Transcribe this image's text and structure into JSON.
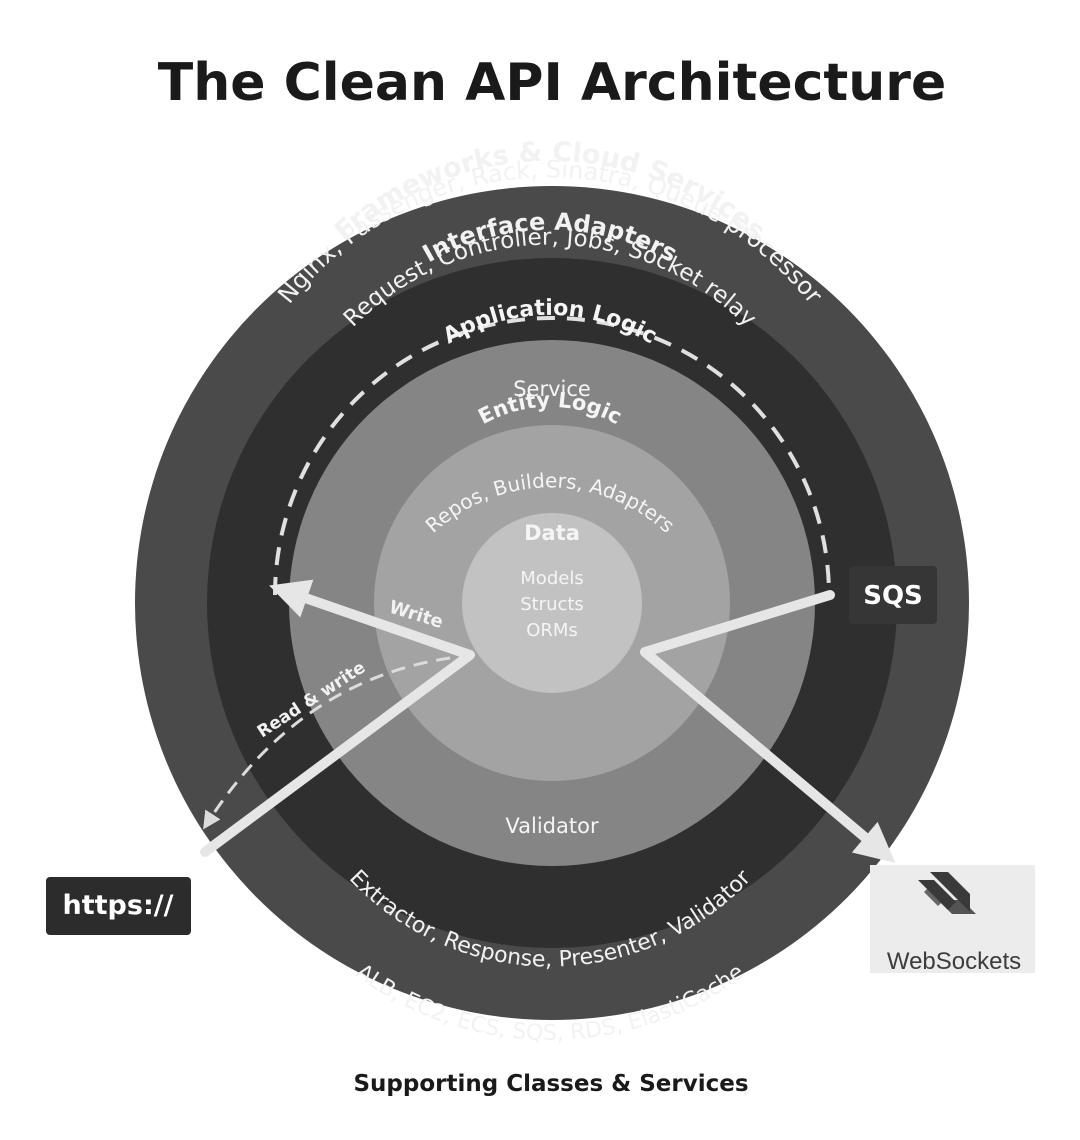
{
  "title": "The Clean API Architecture",
  "footer": "Supporting Classes & Services",
  "rings": {
    "frameworks": {
      "heading": "Frameworks & Cloud Services",
      "items": "Nginx, Passenger, Rack, Sinatra, Queue processor",
      "bottom_items": "ALB, EC2, ECS, SQS, RDS, ElastiCache"
    },
    "adapters": {
      "heading": "Interface Adapters",
      "items": "Request, Controller, Jobs, Socket relay",
      "bottom_items": "Extractor, Response, Presenter, Validator"
    },
    "application": {
      "heading": "Application Logic",
      "items": "Service",
      "bottom_items": "Validator"
    },
    "entity": {
      "heading": "Entity Logic",
      "items": "Repos, Builders, Adapters"
    },
    "data": {
      "heading": "Data",
      "items": [
        "Models",
        "Structs",
        "ORMs"
      ]
    }
  },
  "flows": {
    "write": "Write",
    "read_write": "Read & write"
  },
  "badges": {
    "sqs": "SQS",
    "https": "https://",
    "websockets": "WebSockets"
  },
  "colors": {
    "ring_outer": "#4a4a4a",
    "ring_adapters": "#2f2f2f",
    "ring_application": "#858585",
    "ring_entity": "#a3a3a3",
    "ring_data": "#c2c2c2",
    "arrow": "#e6e6e6",
    "badge_dark": "#363636"
  }
}
